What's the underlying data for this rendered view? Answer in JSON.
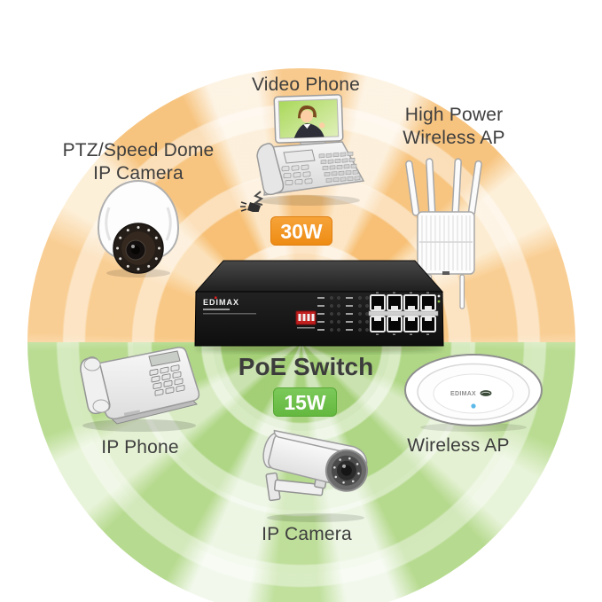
{
  "diagram": {
    "center_label": "PoE Switch",
    "badge_top": "30W",
    "badge_bottom": "15W",
    "colors": {
      "badge_orange": "#F2921F",
      "badge_green": "#6CBF4B",
      "ray_orange": "#F7C27C",
      "ray_green": "#B4D98C",
      "label_text": "#3E3E3E",
      "switch_body": "#151515"
    },
    "devices": {
      "video_phone": {
        "label": "Video Phone"
      },
      "high_power_wireless_ap": {
        "label_line1": "High Power",
        "label_line2": "Wireless AP"
      },
      "ptz_dome_camera": {
        "label_line1": "PTZ/Speed Dome",
        "label_line2": "IP Camera"
      },
      "ip_phone": {
        "label": "IP Phone"
      },
      "wireless_ap": {
        "label": "Wireless AP",
        "logo_text": "EDIMAX"
      },
      "bullet_ip_camera": {
        "label": "IP Camera"
      },
      "poe_switch": {
        "brand": "EDIMAX"
      }
    }
  }
}
